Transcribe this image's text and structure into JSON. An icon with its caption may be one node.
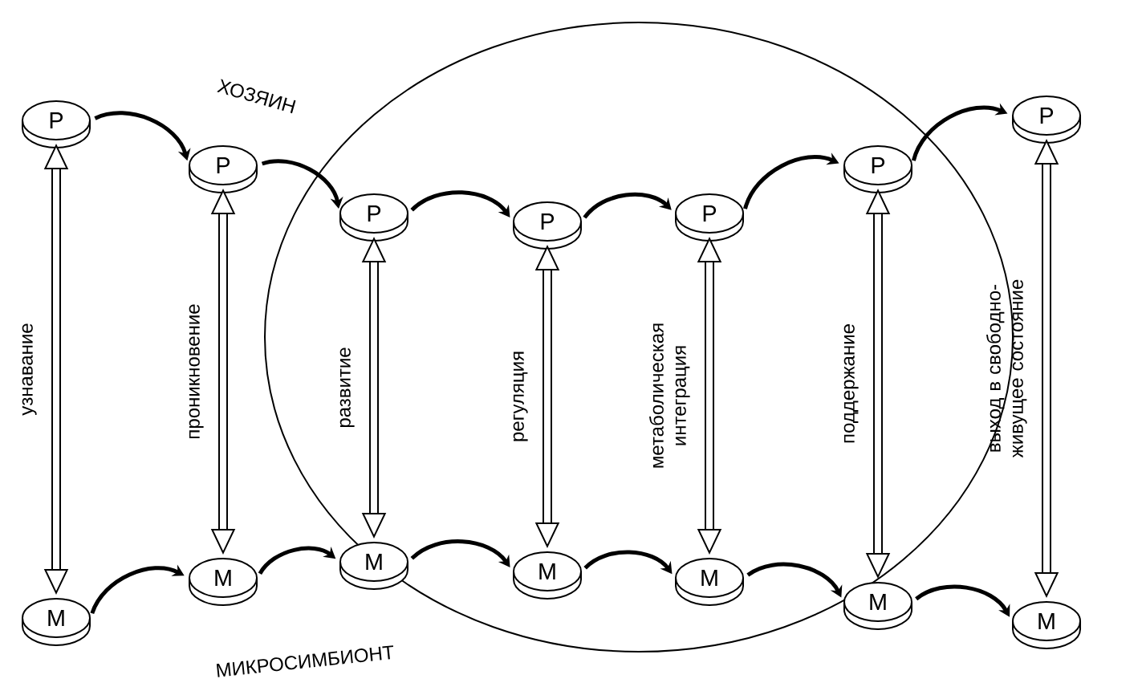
{
  "diagram": {
    "nodes": [
      {
        "text": [
          "Р"
        ]
      },
      {
        "text": [
          "Р"
        ]
      },
      {
        "text": [
          "Р"
        ]
      },
      {
        "text": [
          "Р"
        ]
      },
      {
        "text": [
          "Р"
        ]
      },
      {
        "text": [
          "Р"
        ]
      },
      {
        "text": [
          "Р"
        ]
      },
      {
        "text": [
          "М"
        ]
      },
      {
        "text": [
          "М"
        ]
      },
      {
        "text": [
          "М"
        ]
      },
      {
        "text": [
          "М"
        ]
      },
      {
        "text": [
          "М"
        ]
      },
      {
        "text": [
          "М"
        ]
      },
      {
        "text": [
          "М"
        ]
      }
    ],
    "edges": [
      {
        "from": 0,
        "to": 1,
        "arrow": "to"
      },
      {
        "from": 1,
        "to": 2,
        "arrow": "to"
      },
      {
        "from": 2,
        "to": 3,
        "arrow": "to"
      },
      {
        "from": 3,
        "to": 4,
        "arrow": "to"
      },
      {
        "from": 4,
        "to": 5,
        "arrow": "to"
      },
      {
        "from": 5,
        "to": 6,
        "arrow": "to"
      },
      {
        "from": 7,
        "to": 8,
        "arrow": "to"
      },
      {
        "from": 8,
        "to": 9,
        "arrow": "to"
      },
      {
        "from": 9,
        "to": 10,
        "arrow": "to"
      },
      {
        "from": 10,
        "to": 11,
        "arrow": "to"
      },
      {
        "from": 11,
        "to": 12,
        "arrow": "to"
      },
      {
        "from": 12,
        "to": 13,
        "arrow": "to"
      },
      {
        "from": 0,
        "to": 7,
        "arrow": "both",
        "style": "thick",
        "label": "узнавание"
      },
      {
        "from": 1,
        "to": 8,
        "arrow": "both",
        "style": "thick",
        "label": "проникновение"
      },
      {
        "from": 2,
        "to": 9,
        "arrow": "both",
        "style": "thick",
        "label": "развитие"
      },
      {
        "from": 3,
        "to": 10,
        "arrow": "both",
        "style": "thick",
        "label": "регуляция"
      },
      {
        "from": 4,
        "to": 11,
        "arrow": "both",
        "style": "thick",
        "label": "метаболическая интеграция"
      },
      {
        "from": 5,
        "to": 12,
        "arrow": "both",
        "style": "thick",
        "label": "поддержание"
      },
      {
        "from": 6,
        "to": 13,
        "arrow": "both",
        "style": "thick",
        "label": "выход в свободно-живущее состояние"
      }
    ],
    "labels": [
      "ХОЗЯИН",
      "МИКРОСИМБИОНТ"
    ]
  }
}
